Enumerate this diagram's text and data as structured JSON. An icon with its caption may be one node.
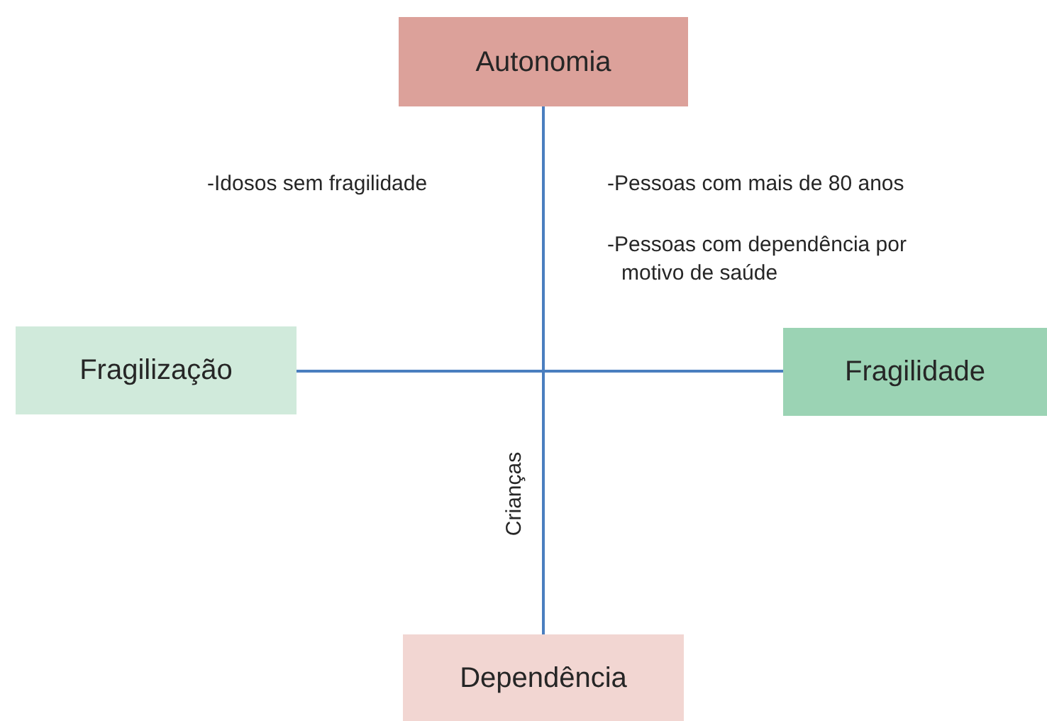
{
  "diagram": {
    "nodes": [
      {
        "text": [
          "Autonomia"
        ]
      },
      {
        "text": [
          "Fragilização"
        ]
      },
      {
        "text": [
          "Fragilidade"
        ]
      },
      {
        "text": [
          "Dependência"
        ]
      }
    ],
    "edges": [
      {
        "from": 0,
        "to": 3,
        "arrow": "none"
      },
      {
        "from": 1,
        "to": 2,
        "arrow": "none"
      }
    ],
    "labels": [
      "-Idosos sem fragilidade",
      "-Pessoas com mais de 80 anos",
      "-Pessoas com dependência por motivo de saúde",
      "Crianças"
    ]
  }
}
